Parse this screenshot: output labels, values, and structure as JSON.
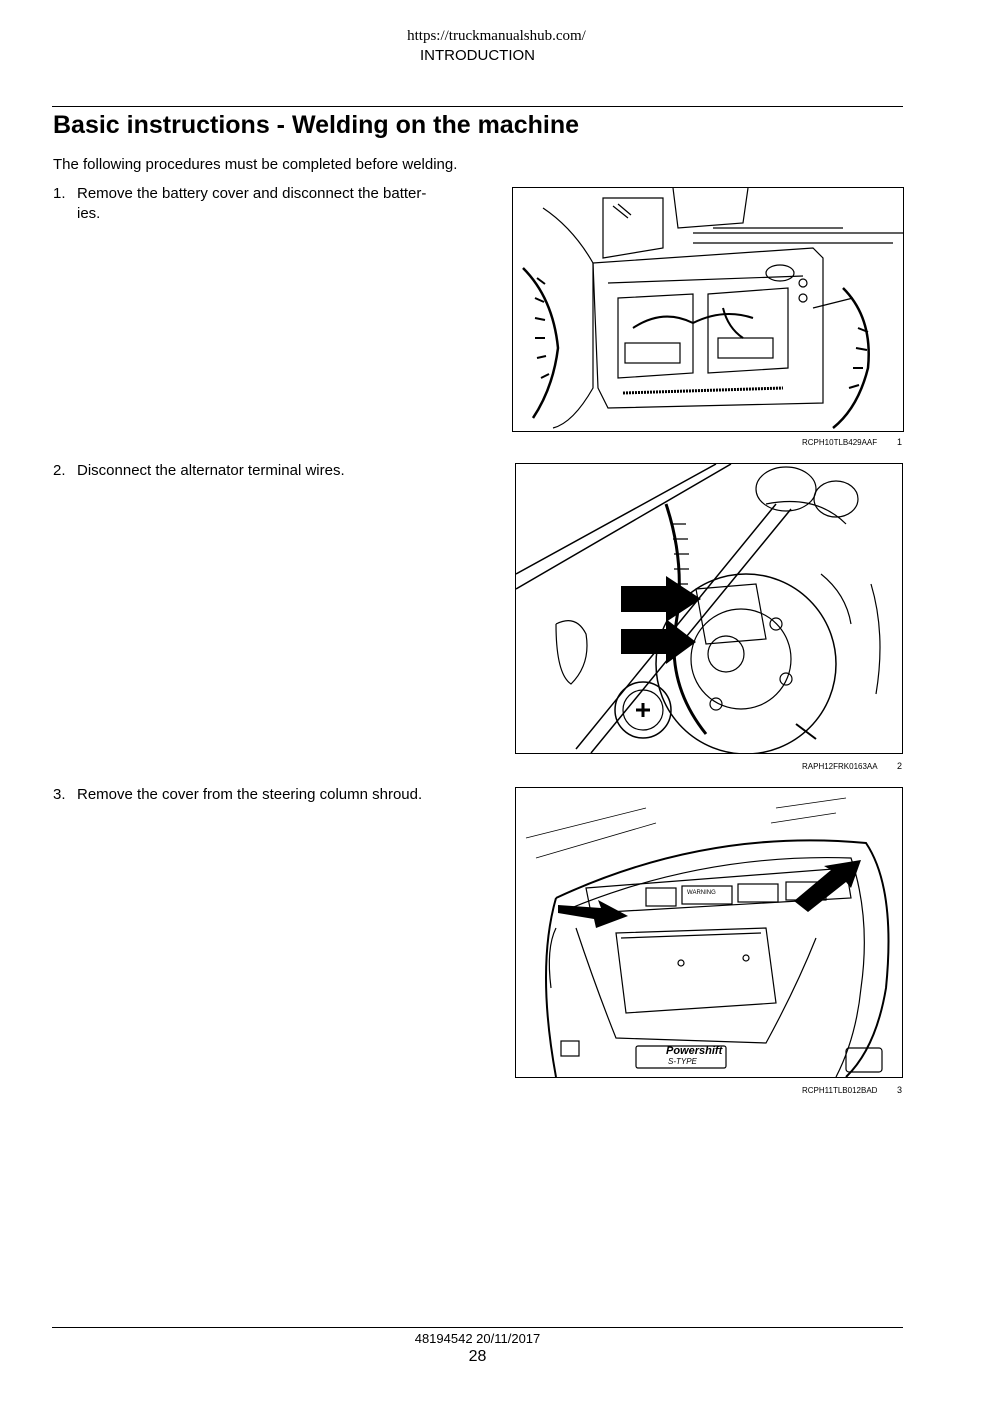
{
  "header": {
    "url": "https://truckmanualshub.com/",
    "section": "INTRODUCTION"
  },
  "title": "Basic instructions - Welding on the machine",
  "intro": "The following procedures must be completed before welding.",
  "steps": [
    {
      "number": "1.",
      "text": "Remove the battery cover and disconnect the batter-\nies."
    },
    {
      "number": "2.",
      "text": "Disconnect the alternator terminal wires."
    },
    {
      "number": "3.",
      "text": "Remove the cover from the steering column shroud."
    }
  ],
  "figures": [
    {
      "code": "RCPH10TLB429AAF",
      "number": "1",
      "icon": "battery-compartment-illustration"
    },
    {
      "code": "RAPH12FRK0163AA",
      "number": "2",
      "icon": "alternator-terminals-illustration"
    },
    {
      "code": "RCPH11TLB012BAD",
      "number": "3",
      "icon": "steering-column-shroud-illustration",
      "labels": [
        "Powershift",
        "S-TYPE",
        "WARNING"
      ]
    }
  ],
  "footer": {
    "doc_id": "48194542 20/11/2017",
    "page": "28"
  }
}
